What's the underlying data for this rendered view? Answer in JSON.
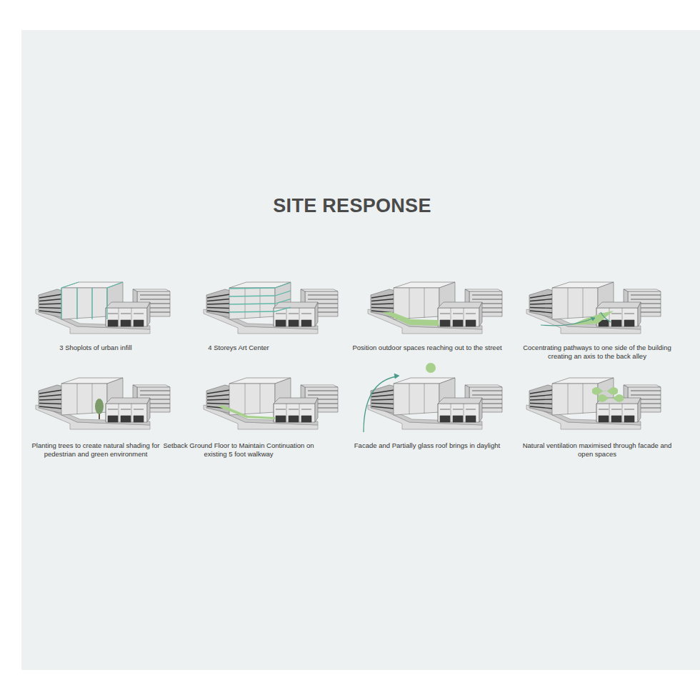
{
  "diagram": {
    "title": "SITE RESPONSE",
    "labels": [
      "3 Shoplots of urban infill",
      "4 Storeys Art Center",
      "Position outdoor spaces reaching out to the street",
      "Cocentrating pathways to one side of the building creating an axis to the back alley",
      "Planting trees to create natural shading for pedestrian and green environment",
      "Setback Ground Floor to Maintain Continuation on existing 5 foot walkway",
      "Facade and Partially glass roof brings in daylight",
      "Natural ventilation maximised through facade and open spaces"
    ]
  }
}
